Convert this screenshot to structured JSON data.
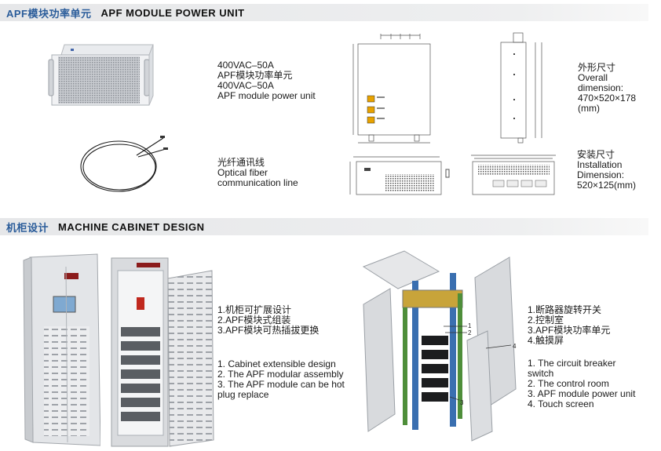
{
  "sections": {
    "power_unit": {
      "title_cn": "APF模块功率单元",
      "title_en": "APF MODULE POWER UNIT"
    },
    "cabinet": {
      "title_cn": "机柜设计",
      "title_en": "MACHINE CABINET DESIGN"
    }
  },
  "module_desc": {
    "line1": "400VAC–50A",
    "line2": "APF模块功率单元",
    "line3": "400VAC–50A",
    "line4": "APF module power unit"
  },
  "fiber_desc": {
    "line1": "光纤通讯线",
    "line2": "Optical fiber",
    "line3": "communication line"
  },
  "overall_dim": {
    "line1": "外形尺寸",
    "line2": "Overall",
    "line3": "dimension:",
    "line4": "470×520×178",
    "line5": "(mm)"
  },
  "install_dim": {
    "line1": "安装尺寸",
    "line2": "Installation",
    "line3": "Dimension:",
    "line4": "520×125(mm)"
  },
  "cabinet_features": {
    "cn": [
      "1.机柜可扩展设计",
      "2.APF模块式组装",
      "3.APF模块可热插拔更换"
    ],
    "en": [
      "1. Cabinet extensible design",
      "2. The APF modular assembly",
      "3. The APF module can be hot",
      "plug replace"
    ]
  },
  "exploded_parts": {
    "cn": [
      "1.断路器旋转开关",
      "2.控制室",
      "3.APF模块功率单元",
      "4.触摸屏"
    ],
    "en": [
      "1. The circuit breaker",
      "switch",
      "2. The control room",
      "3. APF module power unit",
      "4. Touch screen"
    ]
  },
  "callouts": [
    "1",
    "2",
    "3",
    "4"
  ]
}
